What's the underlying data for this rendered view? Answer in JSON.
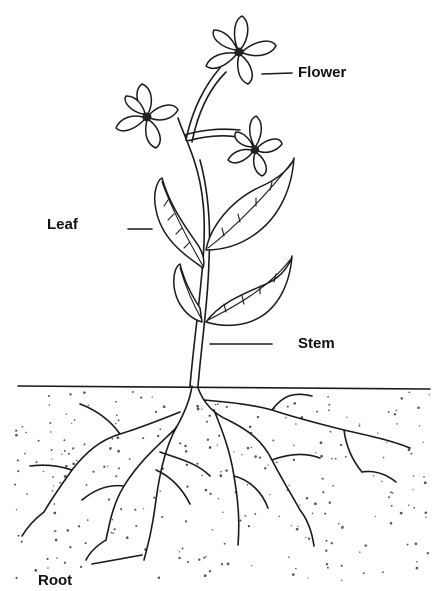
{
  "labels": {
    "flower": "Flower",
    "leaf": "Leaf",
    "stem": "Stem",
    "root": "Root"
  },
  "colors": {
    "ink": "#1a1a1a",
    "background": "#ffffff"
  }
}
